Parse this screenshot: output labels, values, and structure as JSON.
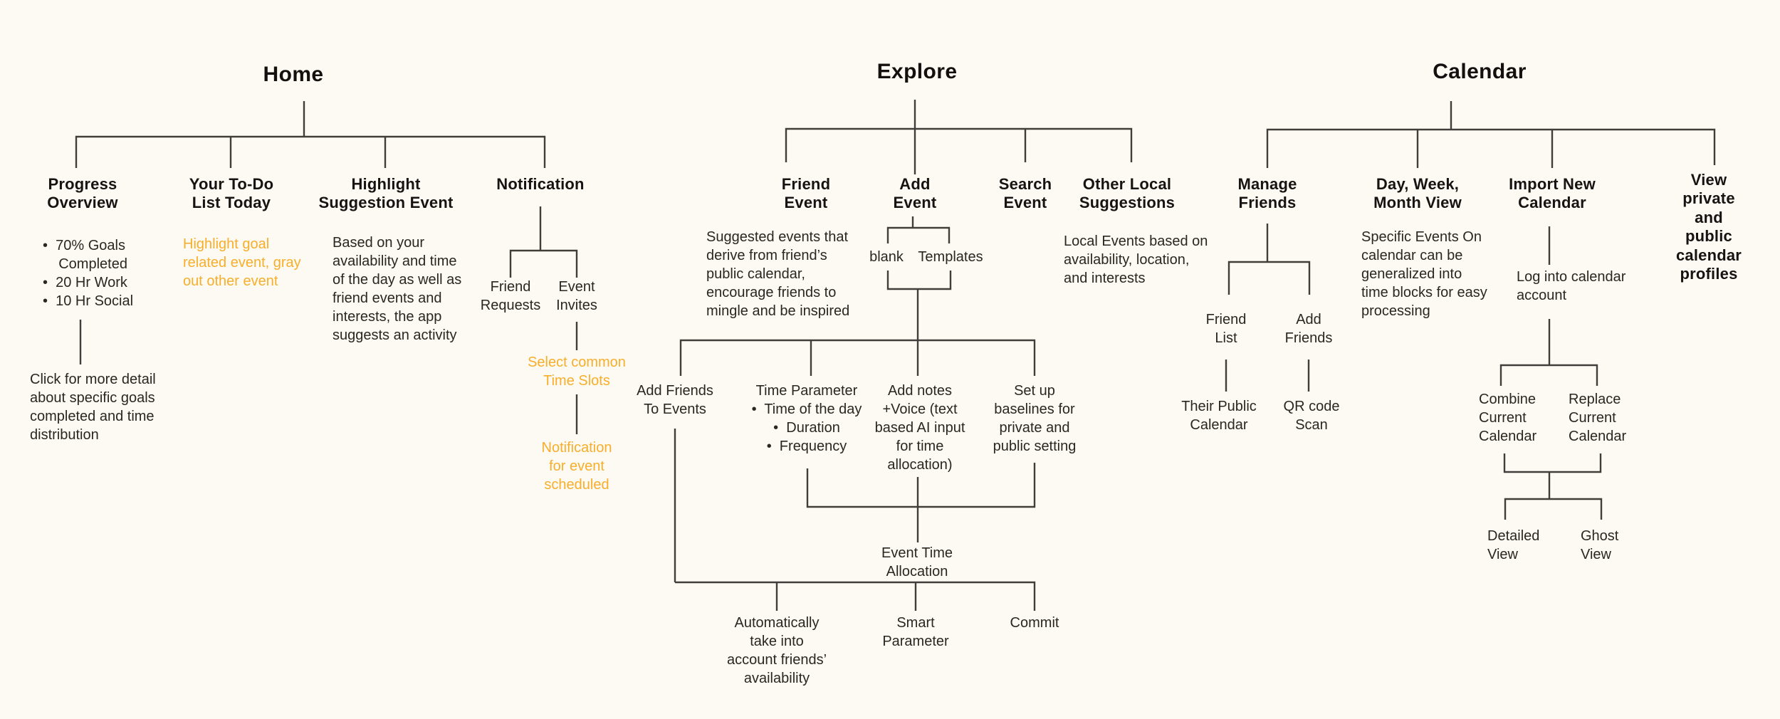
{
  "meta": {
    "background_color": "#FCFAF2",
    "line_color": "#403E3B",
    "text_color": "#26231F",
    "accent_color": "#F8AE2B"
  },
  "home": {
    "title": "Home",
    "progress_overview": {
      "label": "Progress\nOverview",
      "details": "•  70% Goals\n    Completed\n•  20 Hr Work\n•  10 Hr Social",
      "note": "Click for more detail\nabout specific goals\ncompleted and time\ndistribution"
    },
    "todo": {
      "label": "Your To-Do\nList Today",
      "note": "Highlight goal\nrelated event, gray\nout other event"
    },
    "highlight": {
      "label": "Highlight\nSuggestion Event",
      "note": "Based on your\navailability and time\nof the day as well as\nfriend events and\ninterests, the app\nsuggests an activity"
    },
    "notification": {
      "label": "Notification",
      "friend_requests": "Friend\nRequests",
      "event_invites": "Event\nInvites",
      "select_common": "Select common\nTime Slots",
      "scheduled": "Notification\nfor event\nscheduled"
    }
  },
  "explore": {
    "title": "Explore",
    "friend_event": {
      "label": "Friend\nEvent",
      "note": "Suggested events that\nderive from friend’s\npublic calendar,\nencourage friends to\nmingle and be inspired"
    },
    "add_event": {
      "label": "Add\nEvent",
      "blank": "blank",
      "templates": "Templates"
    },
    "search_event": {
      "label": "Search\nEvent"
    },
    "other_local": {
      "label": "Other Local\nSuggestions",
      "note": "Local Events based on\navailability, location,\nand interests"
    },
    "flow": {
      "add_friends": "Add Friends\nTo Events",
      "time_parameter": "Time Parameter\n•  Time of the day\n•  Duration\n•  Frequency",
      "add_notes": "Add notes\n+Voice (text\nbased AI input\nfor time\nallocation)",
      "baselines": "Set up\nbaselines for\nprivate and\npublic setting",
      "event_time_allocation": "Event Time\nAllocation",
      "auto_availability": "Automatically\ntake into\naccount friends’\navailability",
      "smart_parameter": "Smart\nParameter",
      "commit": "Commit"
    }
  },
  "calendar": {
    "title": "Calendar",
    "manage_friends": {
      "label": "Manage\nFriends",
      "friend_list": "Friend\nList",
      "add_friends": "Add\nFriends",
      "their_public": "Their Public\nCalendar",
      "qr_scan": "QR code\nScan"
    },
    "day_week": {
      "label": "Day, Week,\nMonth View",
      "note": "Specific Events On\ncalendar can be\ngeneralized into\ntime blocks for easy\nprocessing"
    },
    "import_new": {
      "label": "Import New\nCalendar",
      "log_in": "Log into calendar\naccount",
      "combine": "Combine\nCurrent\nCalendar",
      "replace": "Replace\nCurrent\nCalendar",
      "detailed": "Detailed\nView",
      "ghost": "Ghost\nView"
    },
    "view_profiles": {
      "label": "View private and\npublic calendar\nprofiles"
    }
  }
}
